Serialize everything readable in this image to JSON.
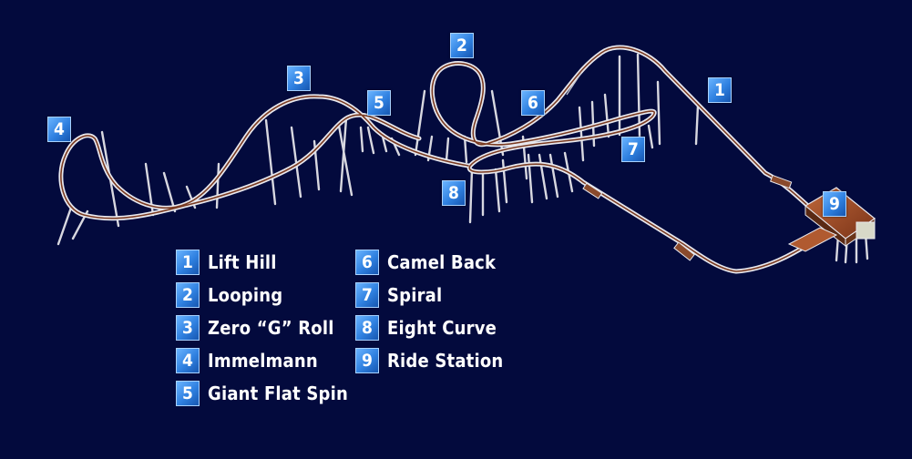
{
  "colors": {
    "background": "#030a3d",
    "rail": "#e8e8ee",
    "track_core": "#7a3b22",
    "support": "#d8d8e0",
    "station_roof": "#a0522d",
    "badge": "#2f80e0"
  },
  "markers": [
    {
      "number": "1",
      "element": "Lift Hill"
    },
    {
      "number": "2",
      "element": "Looping"
    },
    {
      "number": "3",
      "element": "Zero G Roll"
    },
    {
      "number": "4",
      "element": "Immelmann"
    },
    {
      "number": "5",
      "element": "Giant Flat Spin"
    },
    {
      "number": "6",
      "element": "Camel Back"
    },
    {
      "number": "7",
      "element": "Spiral"
    },
    {
      "number": "8",
      "element": "Eight Curve"
    },
    {
      "number": "9",
      "element": "Ride Station"
    }
  ],
  "legend": [
    {
      "number": "1",
      "label": "Lift Hill"
    },
    {
      "number": "2",
      "label": "Looping"
    },
    {
      "number": "3",
      "label": "Zero “G” Roll"
    },
    {
      "number": "4",
      "label": "Immelmann"
    },
    {
      "number": "5",
      "label": "Giant Flat Spin"
    },
    {
      "number": "6",
      "label": "Camel Back"
    },
    {
      "number": "7",
      "label": "Spiral"
    },
    {
      "number": "8",
      "label": "Eight Curve"
    },
    {
      "number": "9",
      "label": "Ride Station"
    }
  ]
}
